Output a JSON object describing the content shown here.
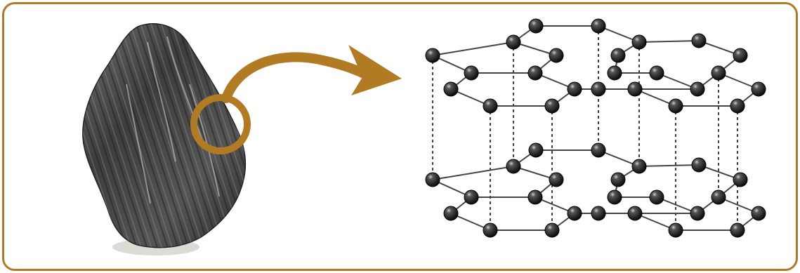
{
  "colors": {
    "frame": "#b07b23",
    "accent_arrow": "#b07b23",
    "atom_fill": "#2a2a2a",
    "bond_solid": "#444444",
    "bond_dashed": "#000000",
    "background": "#ffffff"
  },
  "left_panel": {
    "subject": "photo-of-graphite-mineral",
    "highlight": "circle-magnifier"
  },
  "connector": {
    "icon": "curved-arrow-icon"
  },
  "right_panel": {
    "subject": "graphite-crystal-lattice",
    "layers": 2,
    "atom_count_per_layer": 24,
    "bond_style_in_layer": "solid",
    "bond_style_between_layers": "dashed"
  }
}
